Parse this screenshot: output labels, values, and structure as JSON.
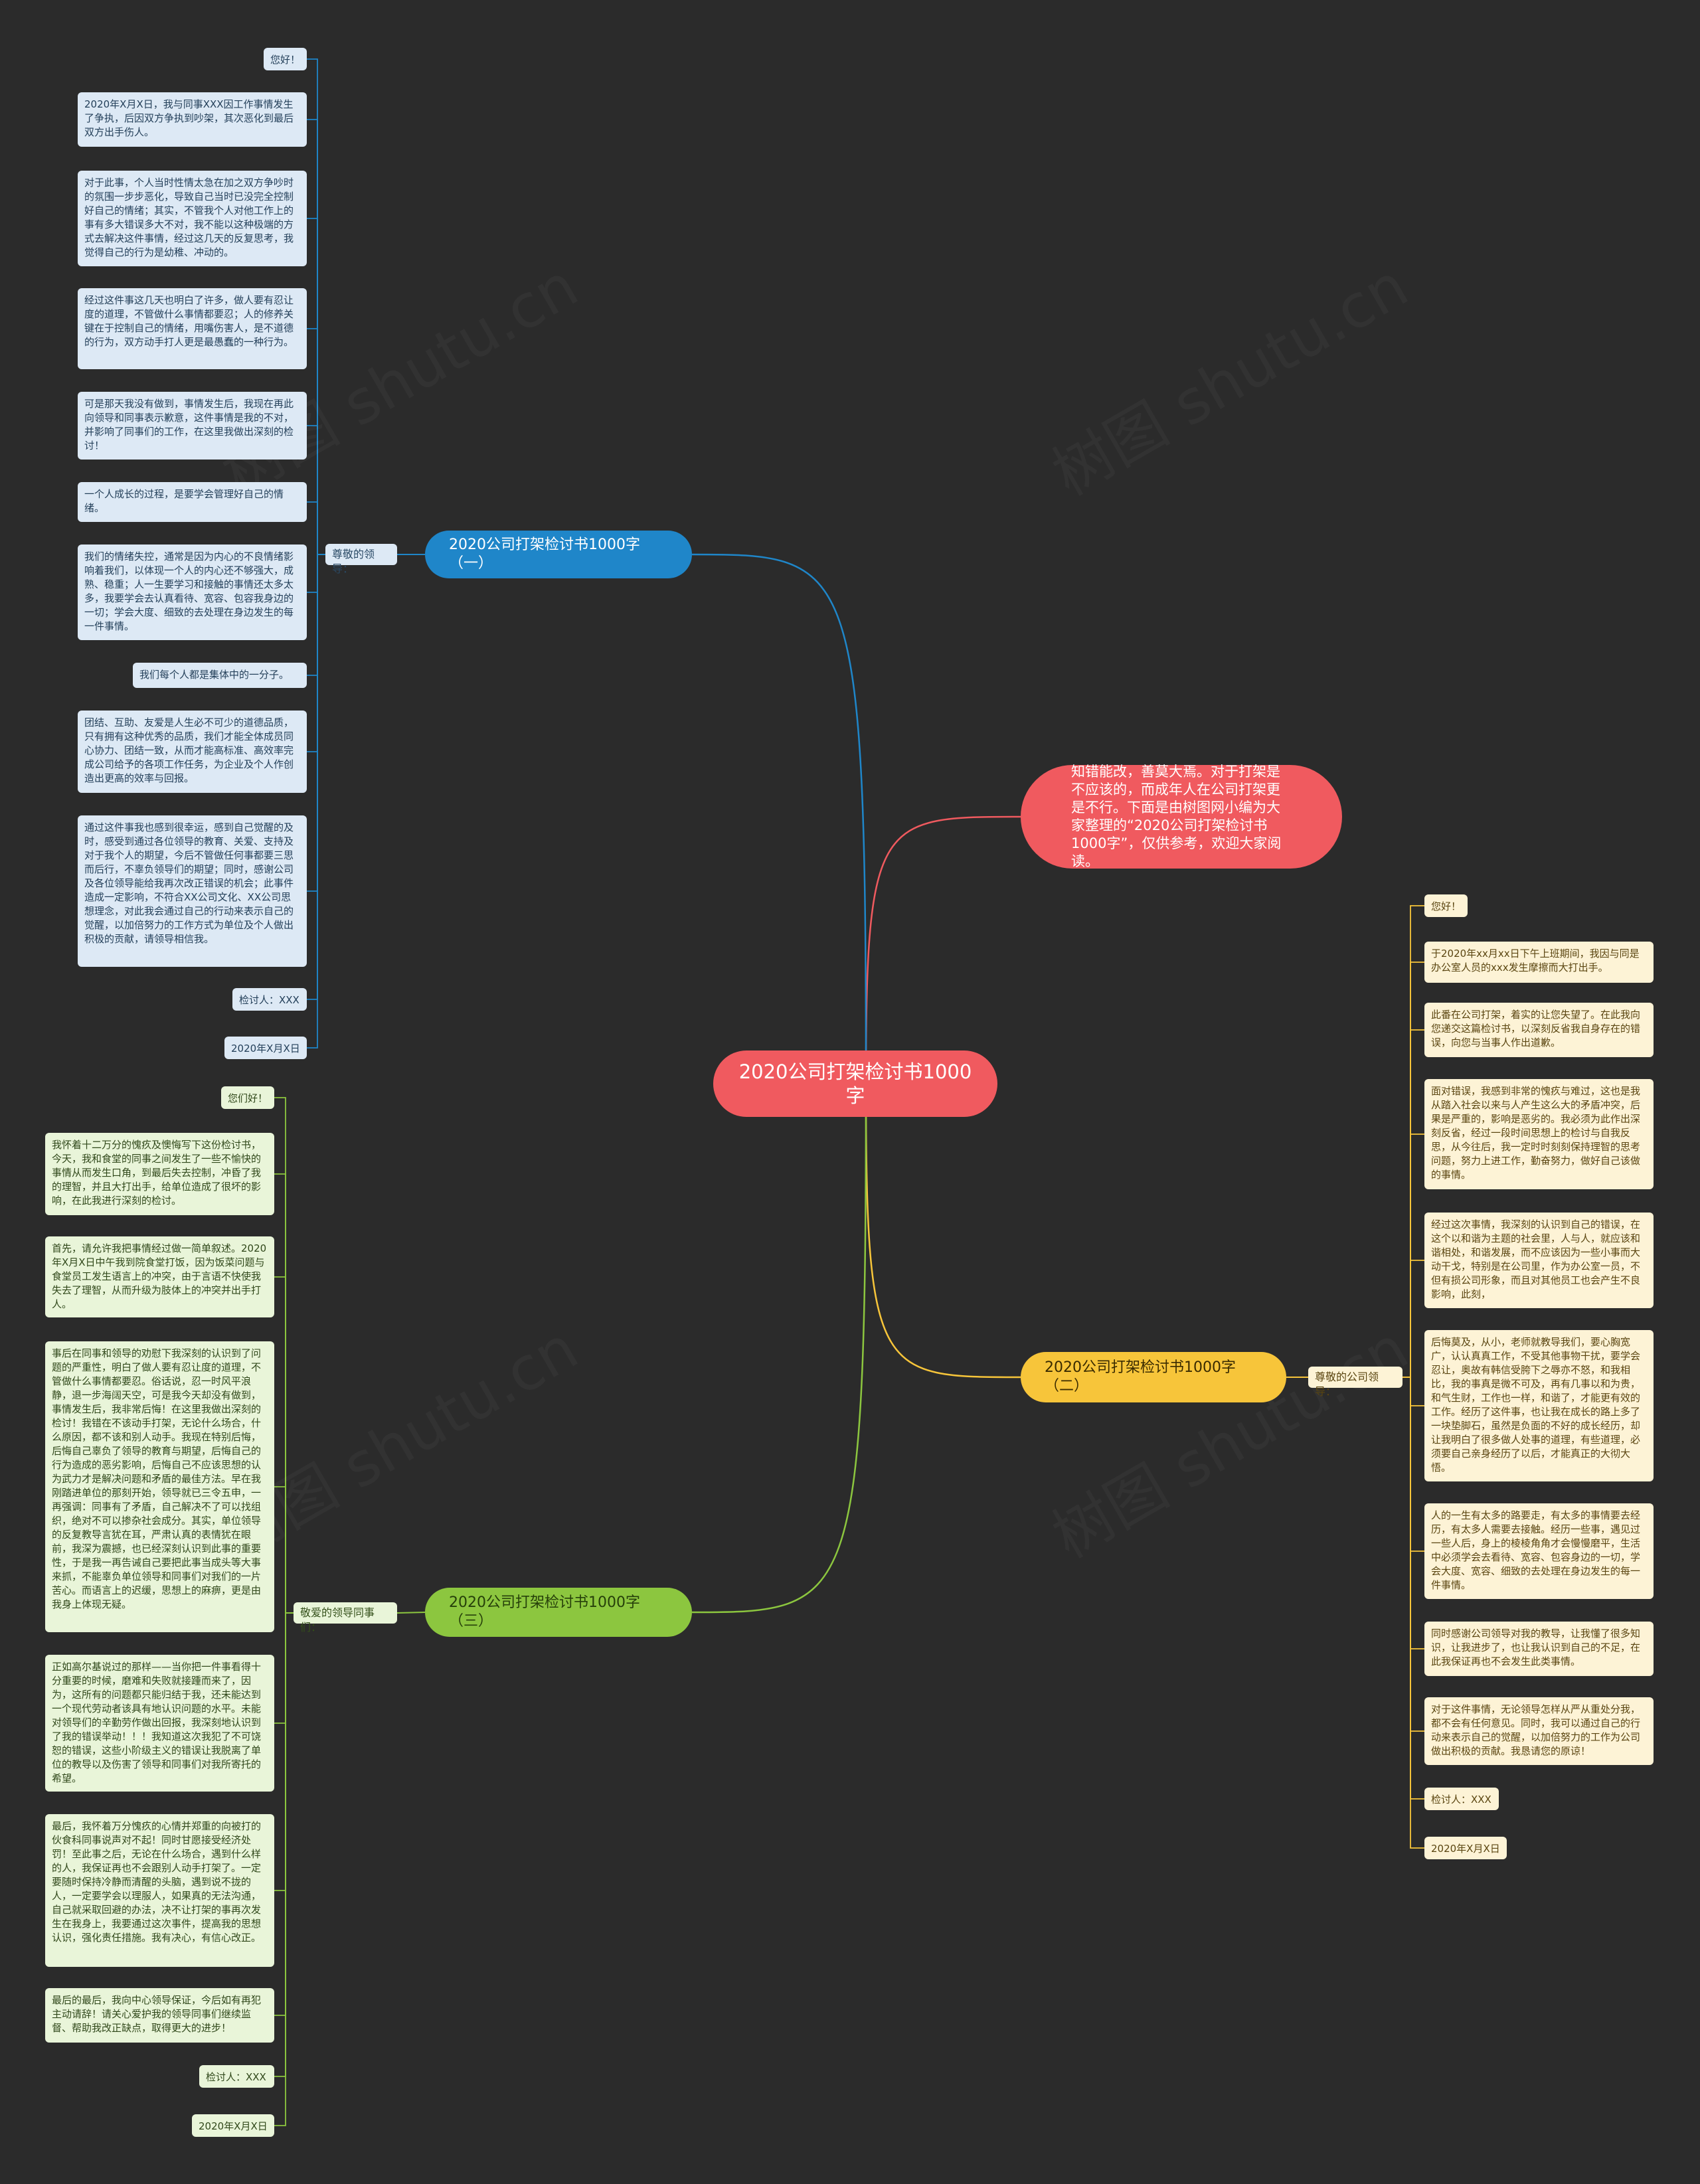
{
  "root": {
    "text": "2020公司打架检讨书1000字"
  },
  "intro": {
    "text": "知错能改，善莫大焉。对于打架是不应该的，而成年人在公司打架更是不行。下面是由树图网小编为大家整理的“2020公司打架检讨书1000字”，仅供参考，欢迎大家阅读。"
  },
  "watermark": "树图 shutu.cn",
  "colors": {
    "background": "#2b2b2b",
    "root": "#f05a5f",
    "branch1": "#1f86c9",
    "branch2": "#f7c53a",
    "branch3": "#8cc63f"
  },
  "branches": [
    {
      "title": "2020公司打架检讨书1000字（一）",
      "label": "尊敬的领导：",
      "leaves": [
        "您好！",
        "2020年X月X日，我与同事XXX因工作事情发生了争执，后因双方争执到吵架，其次恶化到最后双方出手伤人。",
        "对于此事，个人当时性情太急在加之双方争吵时的氛围一步步恶化，导致自己当时已没完全控制好自己的情绪；其实，不管我个人对他工作上的事有多大错误多大不对，我不能以这种极端的方式去解决这件事情，经过这几天的反复思考，我觉得自己的行为是幼稚、冲动的。",
        "经过这件事这几天也明白了许多，做人要有忍让度的道理，不管做什么事情都要忍；人的修养关键在于控制自己的情绪，用嘴伤害人，是不道德的行为，双方动手打人更是最愚蠢的一种行为。",
        "可是那天我没有做到，事情发生后，我现在再此向领导和同事表示歉意，这件事情是我的不对，并影响了同事们的工作，在这里我做出深刻的检讨！",
        "一个人成长的过程，是要学会管理好自己的情绪。",
        "我们的情绪失控，通常是因为内心的不良情绪影响着我们，以体现一个人的内心还不够强大，成熟、稳重；人一生要学习和接触的事情还太多太多，我要学会去认真看待、宽容、包容我身边的一切；学会大度、细致的去处理在身边发生的每一件事情。",
        "我们每个人都是集体中的一分子。",
        "团结、互助、友爱是人生必不可少的道德品质，只有拥有这种优秀的品质，我们才能全体成员同心协力、团结一致，从而才能高标准、高效率完成公司给予的各项工作任务，为企业及个人作创造出更高的效率与回报。",
        "通过这件事我也感到很幸运，感到自己觉醒的及时，感受到通过各位领导的教育、关爱、支持及对于我个人的期望，今后不管做任何事都要三思而后行，不辜负领导们的期望；同时，感谢公司及各位领导能给我再次改正错误的机会；此事件造成一定影响，不符合XX公司文化、XX公司思想理念，对此我会通过自己的行动来表示自己的觉醒，以加倍努力的工作方式为单位及个人做出积极的贡献，请领导相信我。",
        "检讨人：XXX",
        "2020年X月X日"
      ]
    },
    {
      "title": "2020公司打架检讨书1000字（二）",
      "label": "尊敬的公司领导：",
      "leaves": [
        "您好！",
        "于2020年xx月xx日下午上班期间，我因与同是办公室人员的xxx发生摩擦而大打出手。",
        "此番在公司打架，着实的让您失望了。在此我向您递交这篇检讨书，以深刻反省我自身存在的错误，向您与当事人作出道歉。",
        "面对错误，我感到非常的愧疚与难过，这也是我从踏入社会以来与人产生这么大的矛盾冲突，后果是严重的，影响是恶劣的。我必须为此作出深刻反省，经过一段时间思想上的检讨与自我反思，从今往后，我一定时时刻刻保持理智的思考问题，努力上进工作，勤奋努力，做好自己该做的事情。",
        "经过这次事情，我深刻的认识到自己的错误，在这个以和谐为主题的社会里，人与人，就应该和谐相处，和谐发展，而不应该因为一些小事而大动干戈，特别是在公司里，作为办公室一员，不但有损公司形象，而且对其他员工也会产生不良影响，此刻，",
        "后悔莫及，从小，老师就教导我们，要心胸宽广，认认真真工作，不受其他事物干扰，要学会忍让，奥故有韩信受胯下之辱亦不怒，和我相比，我的事真是微不可及，再有几事以和为贵，和气生财，工作也一样，和谐了，才能更有效的工作。经历了这件事，也让我在成长的路上多了一块垫脚石，虽然是负面的不好的成长经历，却让我明白了很多做人处事的道理，有些道理，必须要自己亲身经历了以后，才能真正的大彻大悟。",
        "人的一生有太多的路要走，有太多的事情要去经历，有太多人需要去接触。经历一些事，遇见过一些人后，身上的棱棱角角才会慢慢磨平，生活中必须学会去看待、宽容、包容身边的一切，学会大度、宽容、细致的去处理在身边发生的每一件事情。",
        "同时感谢公司领导对我的教导，让我懂了很多知识，让我进步了，也让我认识到自己的不足，在此我保证再也不会发生此类事情。",
        "对于这件事情，无论领导怎样从严从重处分我，都不会有任何意见。同时，我可以通过自己的行动来表示自己的觉醒，以加倍努力的工作为公司做出积极的贡献。我恳请您的原谅！",
        "检讨人：XXX",
        "2020年X月X日"
      ]
    },
    {
      "title": "2020公司打架检讨书1000字（三）",
      "label": "敬爱的领导同事们：",
      "leaves": [
        "您们好！",
        "我怀着十二万分的愧疚及懊悔写下这份检讨书，今天，我和食堂的同事之间发生了一些不愉快的事情从而发生口角，到最后失去控制，冲昏了我的理智，并且大打出手，给单位造成了很坏的影响，在此我进行深刻的检讨。",
        "首先，请允许我把事情经过做一简单叙述。2020年X月X日中午我到院食堂打饭，因为饭菜问题与食堂员工发生语言上的冲突，由于言语不快使我失去了理智，从而升级为肢体上的冲突并出手打人。",
        "事后在同事和领导的劝慰下我深刻的认识到了问题的严重性，明白了做人要有忍让度的道理，不管做什么事情都要忍。俗话说，忍一时风平浪静，退一步海阔天空，可是我今天却没有做到，事情发生后，我非常后悔！在这里我做出深刻的检讨！我错在不该动手打架，无论什么场合，什么原因，都不该和别人动手。我现在特别后悔，后悔自己辜负了领导的教育与期望，后悔自己的行为造成的恶劣影响，后悔自己不应该思想的认为武力才是解决问题和矛盾的最佳方法。早在我刚踏进单位的那刻开始，领导就已三令五申，一再强调：同事有了矛盾，自己解决不了可以找组织，绝对不可以掺杂社会成分。其实，单位领导的反复教导言犹在耳，严肃认真的表情犹在眼前，我深为震撼，也已经深刻认识到此事的重要性，于是我一再告诫自己要把此事当成头等大事来抓，不能辜负单位领导和同事们对我们的一片苦心。而语言上的迟缓，思想上的麻痹，更是由我身上体现无疑。",
        "正如高尔基说过的那样——当你把一件事看得十分重要的时候，磨难和失败就接踵而来了，因为，这所有的问题都只能归结于我，还未能达到一个现代劳动者该具有地认识问题的水平。未能对领导们的辛勤劳作做出回报，我深刻地认识到了我的错误举动！！！我知道这次我犯了不可饶恕的错误，这些小阶级主义的错误让我脱离了单位的教导以及伤害了领导和同事们对我所寄托的希望。",
        "最后，我怀着万分愧疚的心情并郑重的向被打的伙食科同事说声对不起！同时甘愿接受经济处罚！至此事之后，无论在什么场合，遇到什么样的人，我保证再也不会跟别人动手打架了。一定要随时保持冷静而清醒的头脑，遇到说不拢的人，一定要学会以理服人，如果真的无法沟通，自己就采取回避的办法，决不让打架的事再次发生在我身上，我要通过这次事件，提高我的思想认识，强化责任措施。我有决心，有信心改正。",
        "最后的最后，我向中心领导保证，今后如有再犯主动请辞！请关心爱护我的领导同事们继续监督、帮助我改正缺点，取得更大的进步！",
        "检讨人：XXX",
        "2020年X月X日"
      ]
    }
  ]
}
